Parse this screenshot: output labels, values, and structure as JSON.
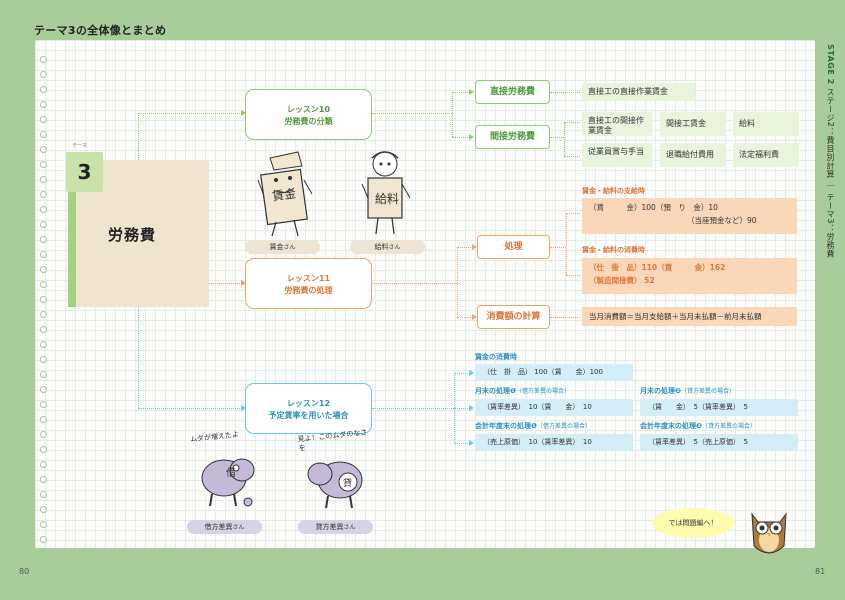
{
  "header": {
    "title": "テーマ3の全体像とまとめ"
  },
  "side": {
    "stage": "STAGE 2",
    "path": "ステージ2：費目別計算 ｜ テーマ3：労務費"
  },
  "pages": {
    "left": "80",
    "right": "81"
  },
  "theme": {
    "label": "テーマ",
    "number": "3",
    "name": "労務費"
  },
  "lessons": {
    "l10": {
      "line1": "レッスン10",
      "line2": "労務費の分類"
    },
    "l11": {
      "line1": "レッスン11",
      "line2": "労務費の処理"
    },
    "l12": {
      "line1": "レッスン12",
      "line2": "予定賃率を用いた場合"
    }
  },
  "classification": {
    "direct": {
      "label": "直接労務費",
      "items": [
        "直接工の直接作業賃金"
      ]
    },
    "indirect": {
      "label": "間接労務費",
      "items": [
        "直接工の間接作業賃金",
        "間接工賃金",
        "給料",
        "従業員賞与手当",
        "退職給付費用",
        "法定福利費"
      ]
    }
  },
  "processing": {
    "label": "処理",
    "pay_time": {
      "heading": "賃金・給料の支給時",
      "line1": "（賃　　　金）100（預　り　金）10",
      "line2": "（当座預金など）90"
    },
    "consume_time": {
      "heading": "賃金・給料の消費時",
      "line1": "（仕　掛　品）110（賃　　　金）162",
      "line2": "（製造間接費） 52"
    }
  },
  "calc": {
    "label": "消費額の計算",
    "formula": "当月消費額＝当月支給額＋当月未払額－前月未払額"
  },
  "standard_rate": {
    "consume": {
      "heading": "賃金の消費時",
      "entry": "（仕　掛　品） 100（賃　　金）100"
    },
    "monthend_debit": {
      "heading": "月末の処理❶",
      "note": "（借方差異の場合）",
      "entry": "（賃率差異）　10（賃　　金）　10"
    },
    "monthend_credit": {
      "heading": "月末の処理❷",
      "note": "（貸方差異の場合）",
      "entry": "（賃　　金）　5（賃率差異）　5"
    },
    "yearend_debit": {
      "heading": "会計年度末の処理❶",
      "note": "（借方差異の場合）",
      "entry": "（売上原価）　10（賃率差異）　10"
    },
    "yearend_credit": {
      "heading": "会計年度末の処理❷",
      "note": "（貸方差異の場合）",
      "entry": "（賃率差異）　5（売上原価）　5"
    }
  },
  "characters": {
    "chingin": {
      "name": "賃金",
      "suffix": "さん"
    },
    "kyuryo": {
      "name": "給料",
      "suffix": "さん"
    },
    "karikata": {
      "name": "借方差異",
      "suffix": "さん",
      "speech": "ムダが増えたよ"
    },
    "kashikata": {
      "name": "貸方差異",
      "suffix": "さん",
      "speech": "見よ！このムダのなさを"
    }
  },
  "bubble": {
    "text": "では問題編へ！"
  },
  "colors": {
    "green": "#8fcb74",
    "orange": "#f5a26a",
    "blue": "#6cc8e8",
    "red": "#e04a4a"
  }
}
